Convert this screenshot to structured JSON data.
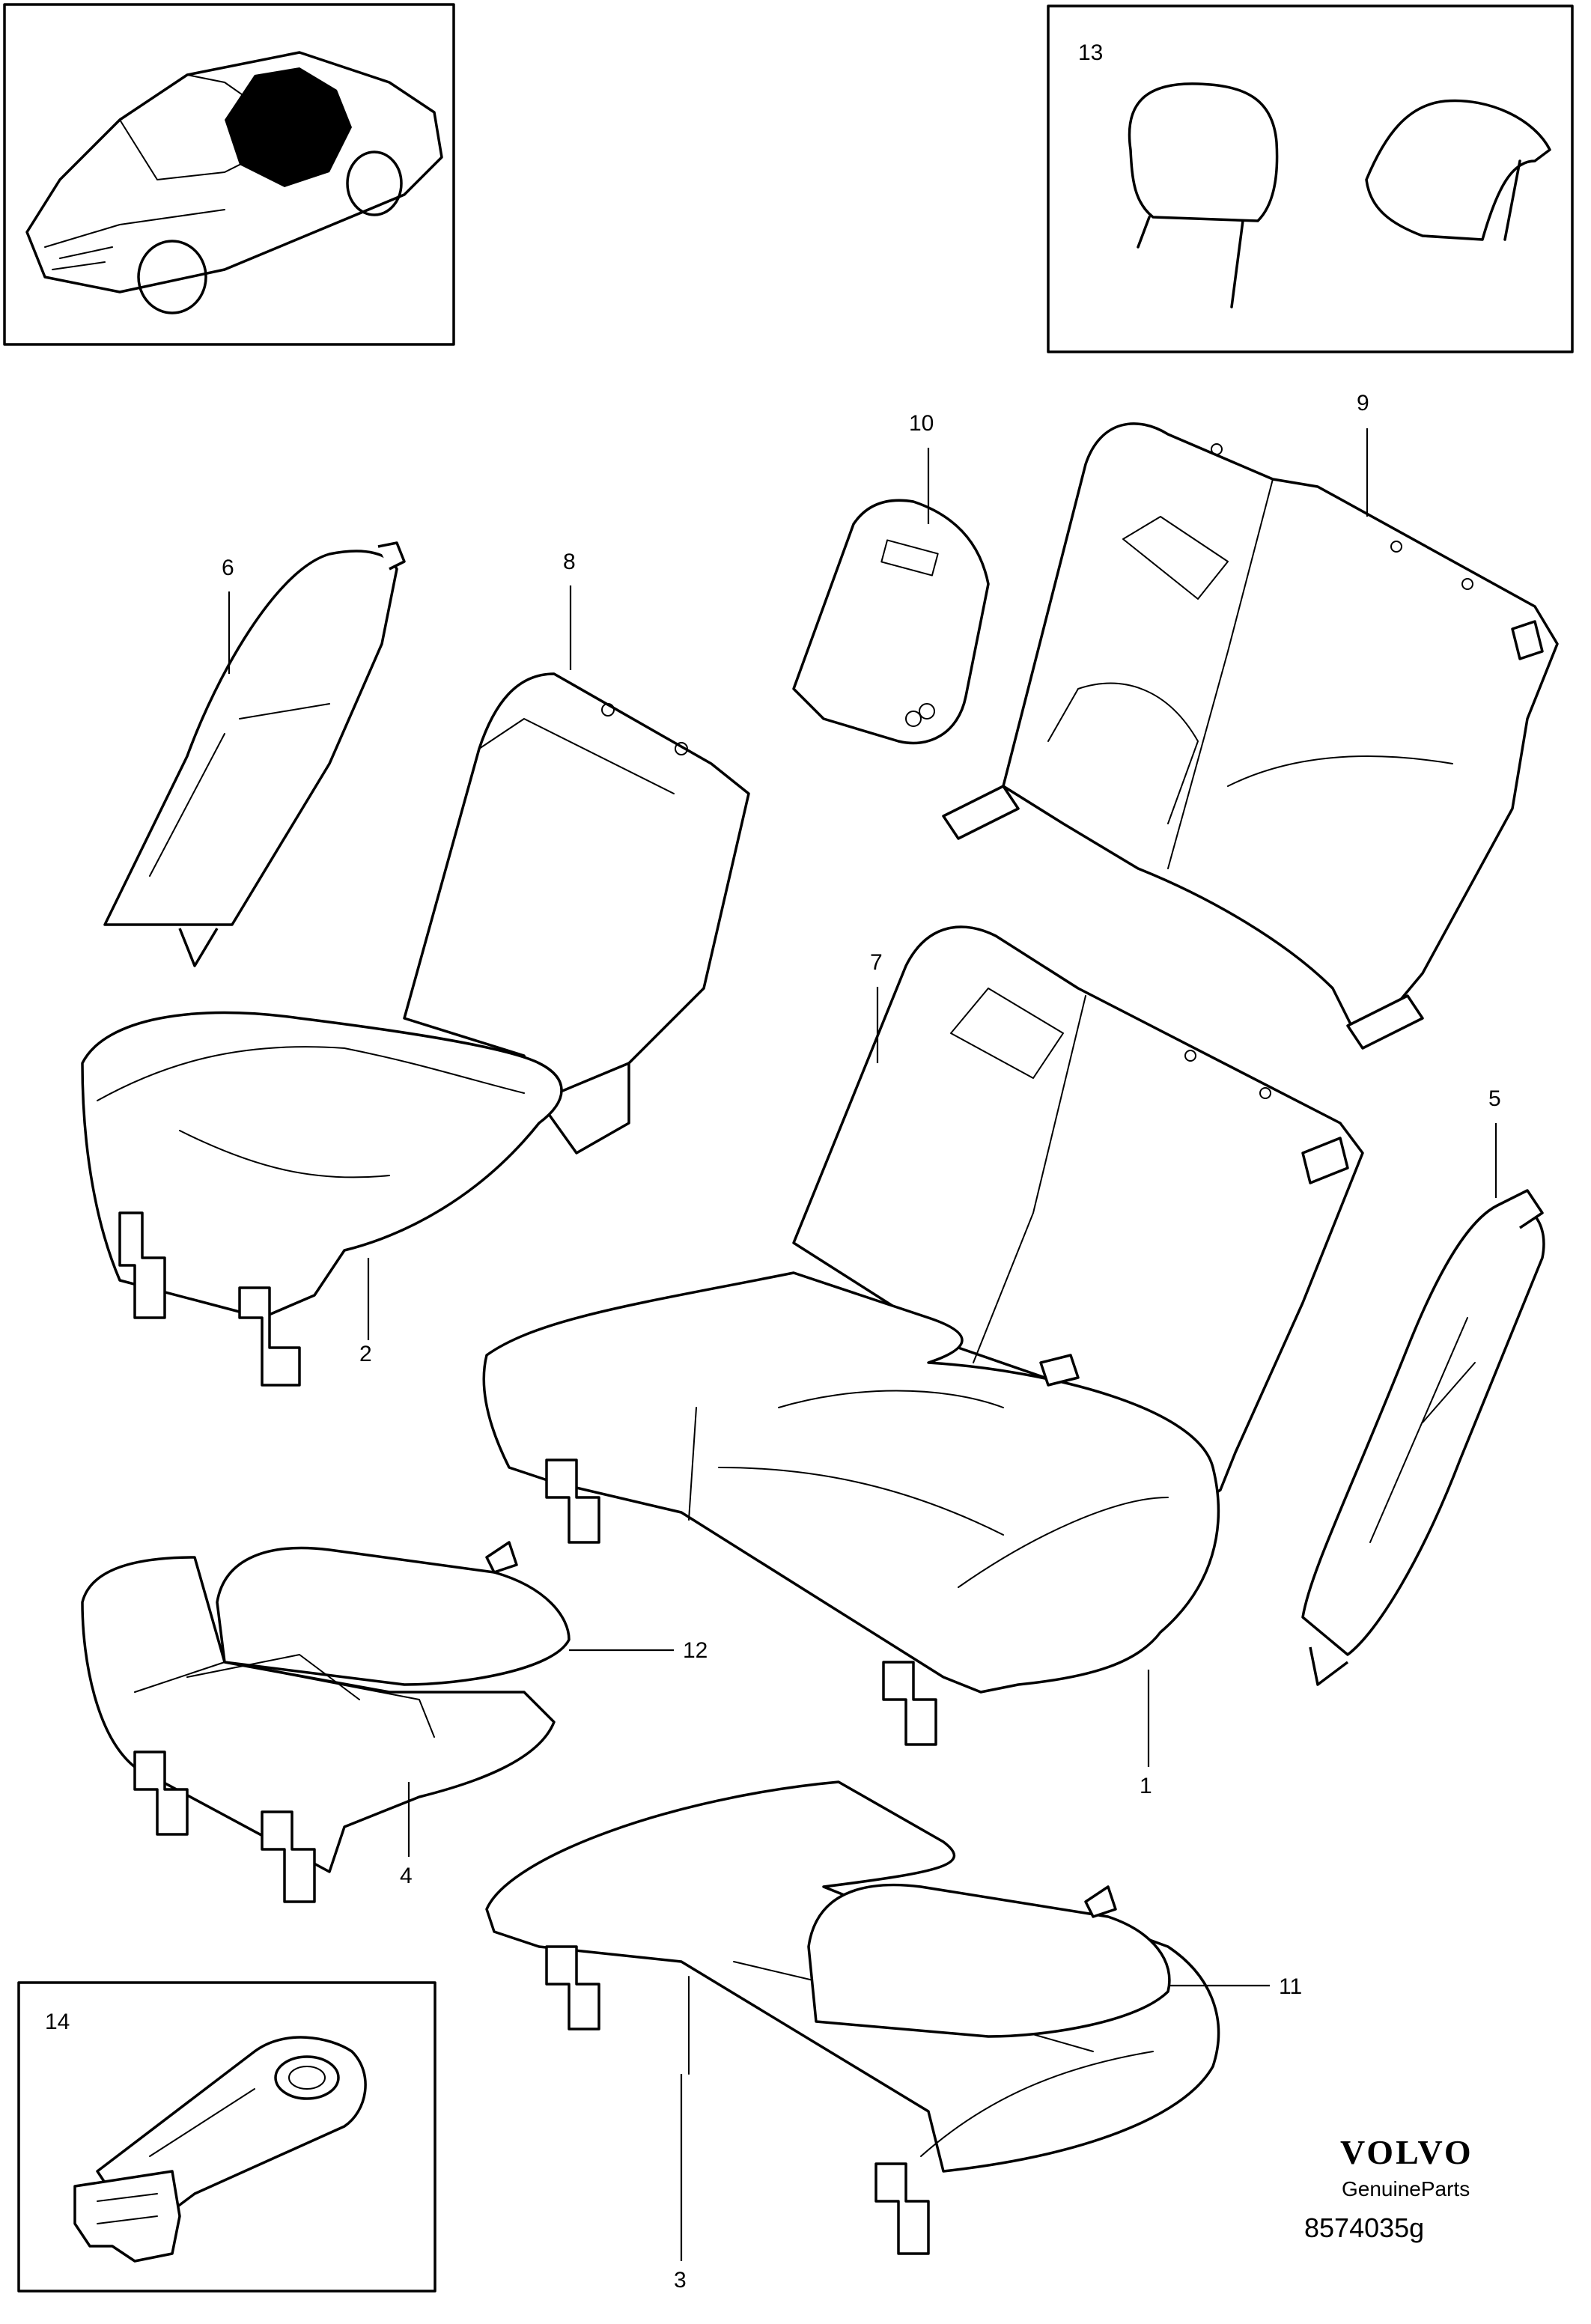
{
  "callouts": {
    "c1": "1",
    "c2": "2",
    "c3": "3",
    "c4": "4",
    "c5": "5",
    "c6": "6",
    "c7": "7",
    "c8": "8",
    "c9": "9",
    "c10": "10",
    "c11": "11",
    "c12": "12",
    "c13": "13",
    "c14": "14"
  },
  "footer": {
    "brand": "VOLVO",
    "sub": "GenuineParts",
    "code": "8574035g"
  }
}
